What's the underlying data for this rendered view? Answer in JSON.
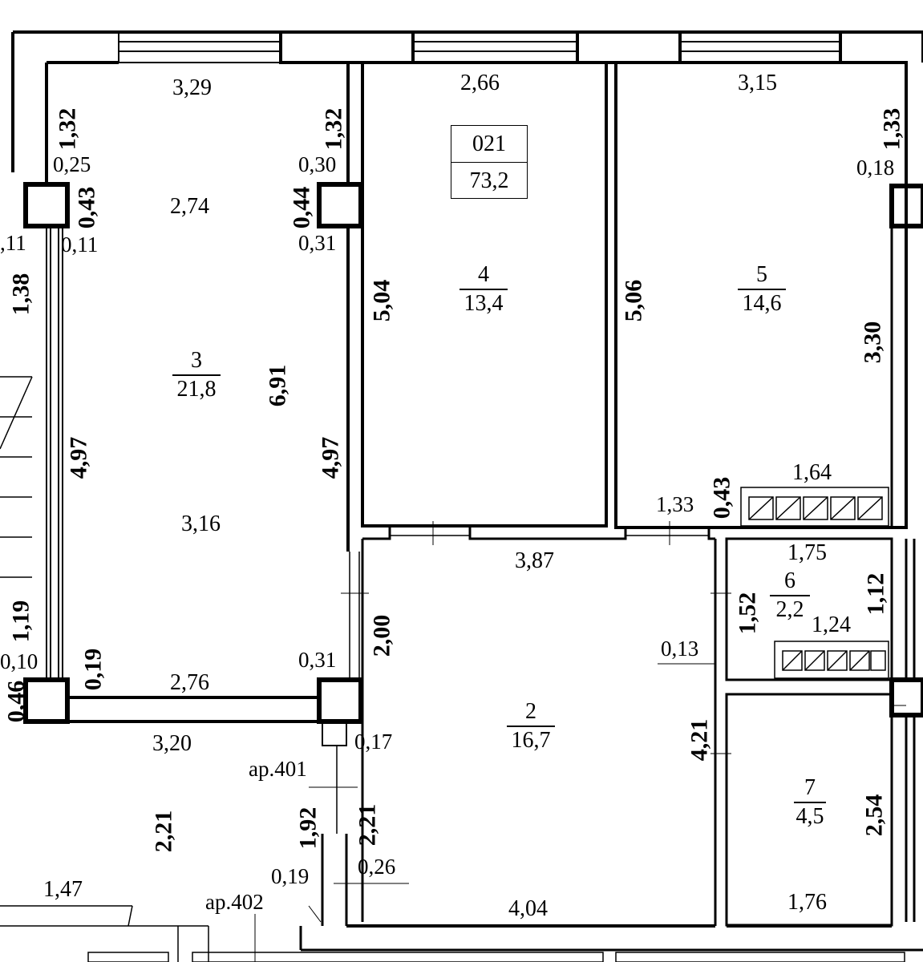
{
  "apartment": {
    "number": "021",
    "total_area": "73,2"
  },
  "rooms": [
    {
      "id": "3",
      "area": "21,8"
    },
    {
      "id": "4",
      "area": "13,4"
    },
    {
      "id": "5",
      "area": "14,6"
    },
    {
      "id": "2",
      "area": "16,7"
    },
    {
      "id": "6",
      "area": "2,2"
    },
    {
      "id": "7",
      "area": "4,5"
    }
  ],
  "dimensions": [
    "3,29",
    "2,66",
    "3,15",
    "1,32",
    "0,25",
    "1,32",
    "0,30",
    "1,33",
    "0,18",
    "0,43",
    "2,74",
    "0,44",
    "0,11",
    "0,31",
    ",11",
    "1,38",
    "5,04",
    "5,06",
    "3,30",
    "6,91",
    "4,97",
    "4,97",
    "3,16",
    "1,64",
    "0,43",
    "1,33",
    "3,87",
    "1,75",
    "1,52",
    "1,12",
    "1,24",
    "1,19",
    "0,10",
    "0,19",
    "0,46",
    "2,76",
    "0,31",
    "2,00",
    "0,13",
    "0,17",
    "3,20",
    "4,21",
    "2,21",
    "1,92",
    "2,21",
    "2,54",
    "0,26",
    "0,19",
    "1,47",
    "4,04",
    "1,76"
  ],
  "stair_marks": [
    "ар.401",
    "ар.402"
  ]
}
